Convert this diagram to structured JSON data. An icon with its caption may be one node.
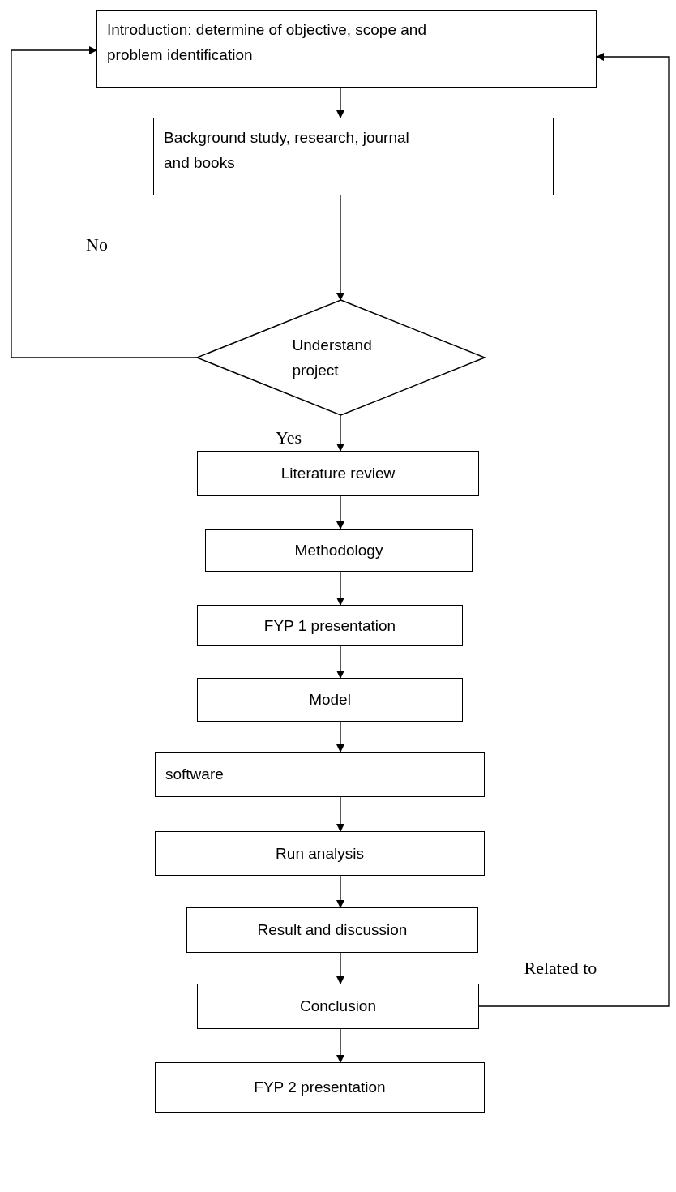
{
  "diagram": {
    "nodes": [
      {
        "text": [
          "Introduction: determine of objective, scope and problem identification"
        ]
      },
      {
        "text": [
          "Background study, research, journal and books"
        ]
      },
      {
        "text": [
          "Understand project"
        ]
      },
      {
        "text": [
          "Literature review"
        ]
      },
      {
        "text": [
          "Methodology"
        ]
      },
      {
        "text": [
          "FYP 1 presentation"
        ]
      },
      {
        "text": [
          "Model"
        ]
      },
      {
        "text": [
          "software"
        ]
      },
      {
        "text": [
          "Run analysis"
        ]
      },
      {
        "text": [
          "Result and discussion"
        ]
      },
      {
        "text": [
          "Conclusion"
        ]
      },
      {
        "text": [
          "FYP 2 presentation"
        ]
      }
    ],
    "edges": [
      {
        "from": 0,
        "to": 1,
        "arrow": "to"
      },
      {
        "from": 1,
        "to": 2,
        "arrow": "to"
      },
      {
        "from": 2,
        "to": 0,
        "arrow": "to",
        "label": "No"
      },
      {
        "from": 2,
        "to": 3,
        "arrow": "to",
        "label": "Yes"
      },
      {
        "from": 3,
        "to": 4,
        "arrow": "to"
      },
      {
        "from": 4,
        "to": 5,
        "arrow": "to"
      },
      {
        "from": 5,
        "to": 6,
        "arrow": "to"
      },
      {
        "from": 6,
        "to": 7,
        "arrow": "to"
      },
      {
        "from": 7,
        "to": 8,
        "arrow": "to"
      },
      {
        "from": 8,
        "to": 9,
        "arrow": "to"
      },
      {
        "from": 9,
        "to": 10,
        "arrow": "to"
      },
      {
        "from": 10,
        "to": 11,
        "arrow": "to"
      },
      {
        "from": 10,
        "to": 0,
        "arrow": "to",
        "label": "Related to"
      }
    ]
  }
}
